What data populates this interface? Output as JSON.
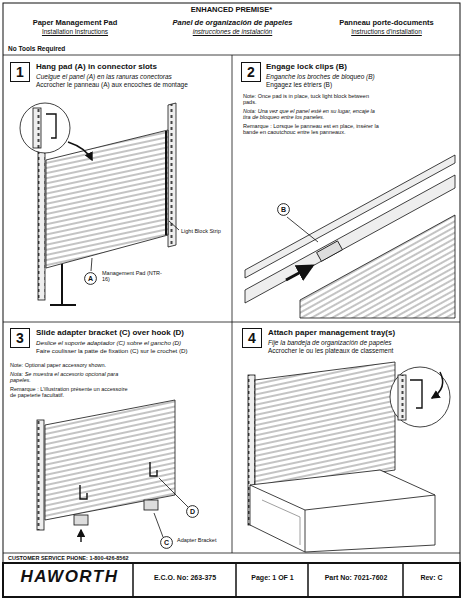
{
  "diagram": {
    "title": "ENHANCED PREMISE*",
    "nodes": [
      {
        "text": [
          "1"
        ]
      },
      {
        "text": [
          "A"
        ]
      },
      {
        "text": [
          "2"
        ]
      },
      {
        "text": [
          "B"
        ]
      },
      {
        "text": [
          "3"
        ]
      },
      {
        "text": [
          "D"
        ]
      },
      {
        "text": [
          "C"
        ]
      },
      {
        "text": [
          "4"
        ]
      }
    ],
    "labels": [
      "Paper Management Pad",
      "Installation Instructions",
      "Panel de organización de papeles",
      "instrucciones de instalación",
      "Panneau porte-documents",
      "Instructions d'installation",
      "No Tools Required",
      "Hang pad (A) in connector slots",
      "Cuelgue el panel (A) en las ranuras conectoras",
      "Accrocher le panneau (A) aux encoches de montage",
      "Light Block Strip",
      "Management Pad (NTR-16)",
      "Engage lock clips (B)",
      "Enganche los broches de bloqueo (B)",
      "Engagez les étriers (B)",
      "Note: Once pad is in place, tuck light block between pads.",
      "Nota: Una vez que el panel esté en su lugar, encaje la tira de bloqueo entre los paneles.",
      "Remarque : Lorsque le panneau est en place, insérer la bande en caoutchouc entre les panneaux.",
      "Slide adapter bracket (C) over hook (D)",
      "Deslice el soporte adaptador (C) sobre el gancho (D)",
      "Faire coulisser la patte de fixation (C) sur le crochet (D)",
      "Note: Optional paper accessory shown.",
      "Nota: Se muestra el accesorio opcional para papeles.",
      "Remarque : L'illustration présente un accessoire de papeterie facultatif.",
      "Adapter Bracket",
      "Attach paper management tray(s)",
      "Fije la bandeja de organización de papeles",
      "Accrocher le ou les plateaux de classement",
      "CUSTOMER SERVICE PHONE: 1-800-426-8562",
      "HAWORTH",
      "E.C.O. No: 263-375",
      "Page: 1 OF 1",
      "Part No: 7021-7602",
      "Rev: C"
    ]
  }
}
